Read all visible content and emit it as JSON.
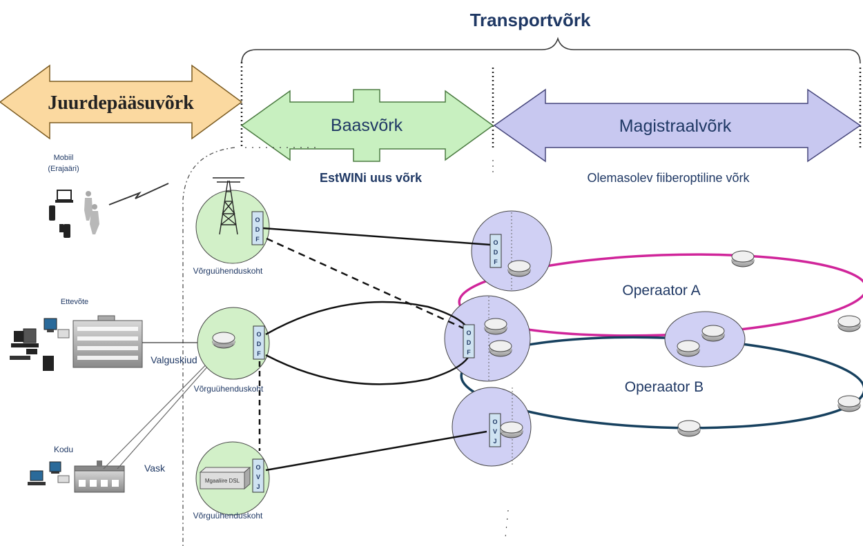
{
  "header": {
    "title": "Transportvõrk"
  },
  "segments": {
    "access": "Juurdepääsuvõrk",
    "base": "Baasvõrk",
    "backbone": "Magistraalvõrk"
  },
  "subtitles": {
    "base": "EstWINi uus võrk",
    "backbone": "Olemasolev fiiberoptiline võrk"
  },
  "clients": {
    "mobile_line1": "Mobiil",
    "mobile_line2": "(Erajaäri)",
    "business": "Ettevõte",
    "home": "Kodu"
  },
  "links": {
    "light": "Valguskiud",
    "copper": "Vask"
  },
  "nodes": {
    "pop_label": "Võrguühenduskoht",
    "odf_l1": "O",
    "odf_l2": "D",
    "odf_l3": "F",
    "ovj_l1": "O",
    "ovj_l2": "V",
    "ovj_l3": "J",
    "dsl": "Mgaaliire DSL"
  },
  "operators": {
    "a": "Operaator A",
    "b": "Operaator B"
  },
  "colors": {
    "access_arrow": "#fbd9a0",
    "base_arrow": "#c8f0c0",
    "backbone_arrow": "#c8c8f0",
    "node_green": "#d2f0c8",
    "node_purple": "#d0d0f4",
    "operator_a": "#d0259a",
    "operator_b": "#16405e"
  }
}
